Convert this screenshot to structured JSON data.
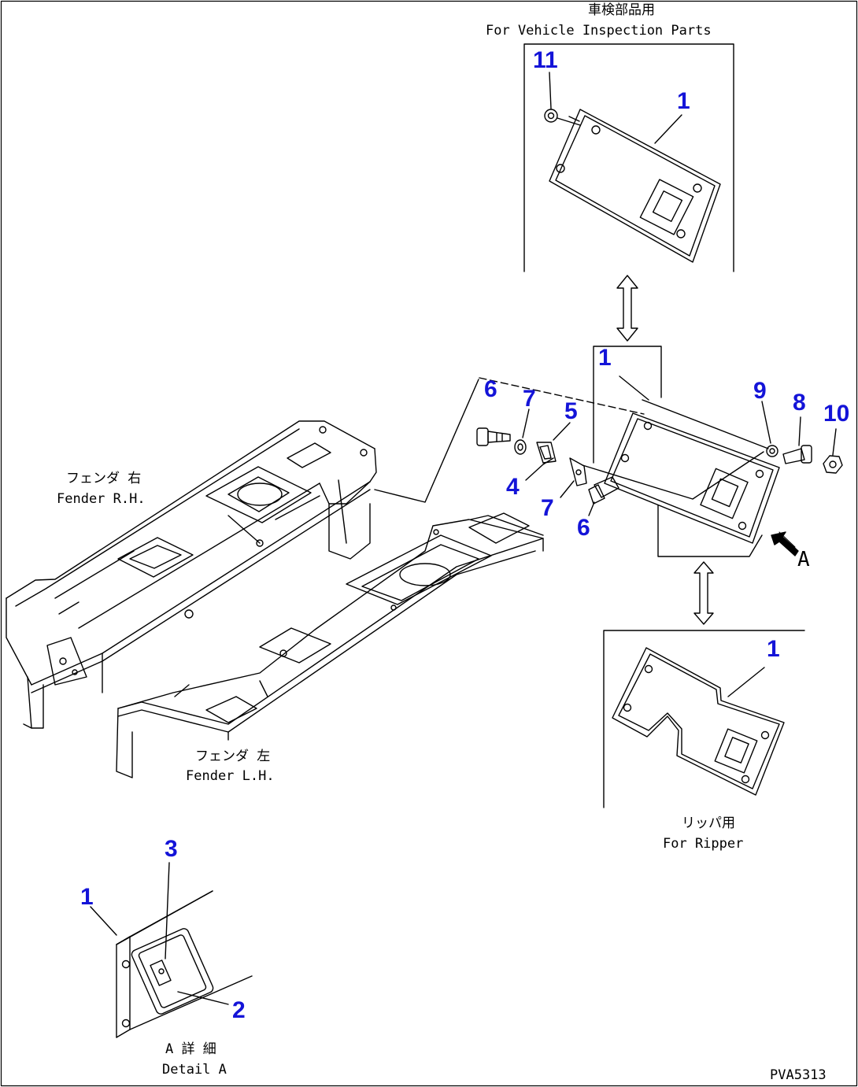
{
  "captions": {
    "vip_jp": "車検部品用",
    "vip_en": "For Vehicle Inspection Parts",
    "fender_rh_jp": "フェンダ 右",
    "fender_rh_en": "Fender R.H.",
    "fender_lh_jp": "フェンダ 左",
    "fender_lh_en": "Fender L.H.",
    "ripper_jp": "リッパ用",
    "ripper_en": "For Ripper",
    "detail_jp": "A 詳 細",
    "detail_en": "Detail A",
    "view_arrow": "A",
    "drawing_code": "PVA5313"
  },
  "callouts": {
    "c11": "11",
    "c1_vip": "1",
    "c1_main": "1",
    "c6_top": "6",
    "c7_top": "7",
    "c5": "5",
    "c4": "4",
    "c7_bottom": "7",
    "c6_bottom": "6",
    "c9": "9",
    "c8": "8",
    "c10": "10",
    "c1_ripper": "1",
    "c3": "3",
    "c1_detail": "1",
    "c2": "2"
  },
  "colors": {
    "callout": "#1414d8",
    "line": "#000000",
    "background": "#ffffff"
  }
}
